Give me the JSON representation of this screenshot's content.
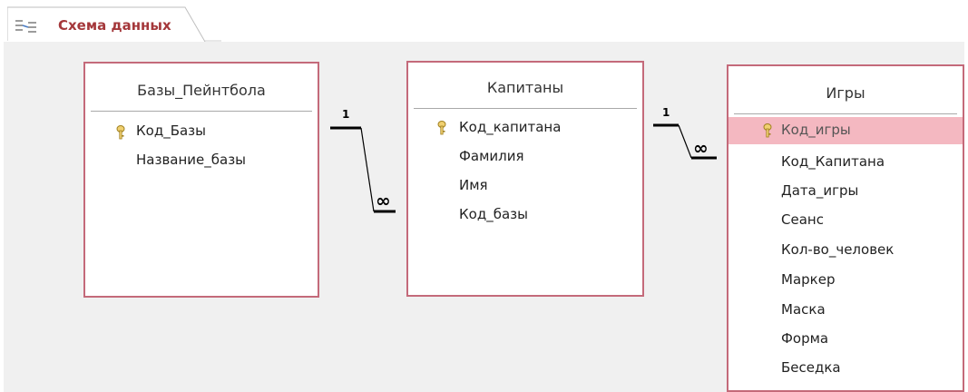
{
  "tab": {
    "label": "Схема данных",
    "icon": "relationships-icon"
  },
  "colors": {
    "accent": "#a4373a",
    "table_border": "#c46a7a",
    "pk_highlight": "#f4b8c1",
    "canvas_bg": "#f0f0f0"
  },
  "tables": [
    {
      "title": "Базы_Пейнтбола",
      "fields": [
        "Код_Базы",
        "Название_базы"
      ],
      "primary_key": "Код_Базы"
    },
    {
      "title": "Капитаны",
      "fields": [
        "Код_капитана",
        "Фамилия",
        "Имя",
        "Код_базы"
      ],
      "primary_key": "Код_капитана"
    },
    {
      "title": "Игры",
      "fields": [
        "Код_игры",
        "Код_Капитана",
        "Дата_игры",
        "Сеанс",
        "Кол-во_человек",
        "Маркер",
        "Маска",
        "Форма",
        "Беседка"
      ],
      "primary_key": "Код_игры"
    }
  ],
  "relationships": [
    {
      "one_label": "1",
      "many_label": "∞"
    },
    {
      "one_label": "1",
      "many_label": "∞"
    }
  ]
}
